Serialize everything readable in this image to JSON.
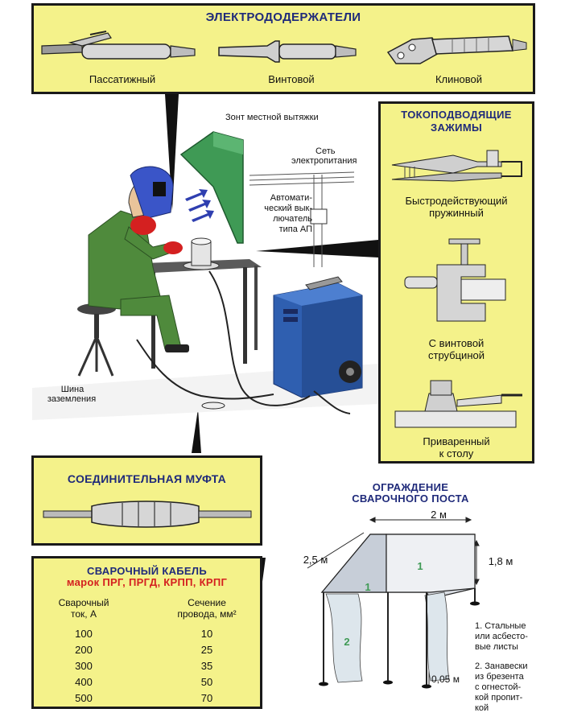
{
  "holders": {
    "title": "ЭЛЕКТРОДОДЕРЖАТЕЛИ",
    "items": [
      "Пассатижный",
      "Винтовой",
      "Клиновой"
    ]
  },
  "clamps": {
    "title_line1": "ТОКОПОДВОДЯЩИЕ",
    "title_line2": "ЗАЖИМЫ",
    "items": [
      {
        "line1": "Быстродействующий",
        "line2": "пружинный"
      },
      {
        "line1": "С винтовой",
        "line2": "струбциной"
      },
      {
        "line1": "Приваренный",
        "line2": "к столу"
      }
    ]
  },
  "scene": {
    "hood_label": "Зонт местной вытяжки",
    "network_line1": "Сеть",
    "network_line2": "электропитания",
    "breaker_lines": [
      "Автомати-",
      "ческий вык-",
      "лючатель",
      "типа АП"
    ],
    "ground_line1": "Шина",
    "ground_line2": "заземления"
  },
  "coupling": {
    "title": "СОЕДИНИТЕЛЬНАЯ МУФТА"
  },
  "cable": {
    "title": "СВАРОЧНЫЙ КАБЕЛЬ",
    "subtitle": "марок ПРГ, ПРГД, КРПП, КРПГ",
    "col1_line1": "Сварочный",
    "col1_line2": "ток, А",
    "col2_line1": "Сечение",
    "col2_line2": "провода, мм²",
    "rows": [
      {
        "current": "100",
        "section": "10"
      },
      {
        "current": "200",
        "section": "25"
      },
      {
        "current": "300",
        "section": "35"
      },
      {
        "current": "400",
        "section": "50"
      },
      {
        "current": "500",
        "section": "70"
      }
    ]
  },
  "fence": {
    "title_line1": "ОГРАЖДЕНИЕ",
    "title_line2": "СВАРОЧНОГО ПОСТА",
    "dim_width": "2 м",
    "dim_length": "2,5 м",
    "dim_height": "1,8 м",
    "dim_gap": "0,05 м",
    "mark1": "1",
    "mark2": "2",
    "note1_lines": [
      "1. Стальные",
      "или асбесто-",
      "вые листы"
    ],
    "note2_lines": [
      "2. Занавески",
      "из брезента",
      "с огнестой-",
      "кой пропит-",
      "кой"
    ]
  },
  "colors": {
    "panel": "#f4f28a",
    "title": "#1f2a7a",
    "red": "#d42020",
    "machine": "#2f5fb0",
    "suit": "#4f8a3c",
    "green": "#3f9a55"
  }
}
